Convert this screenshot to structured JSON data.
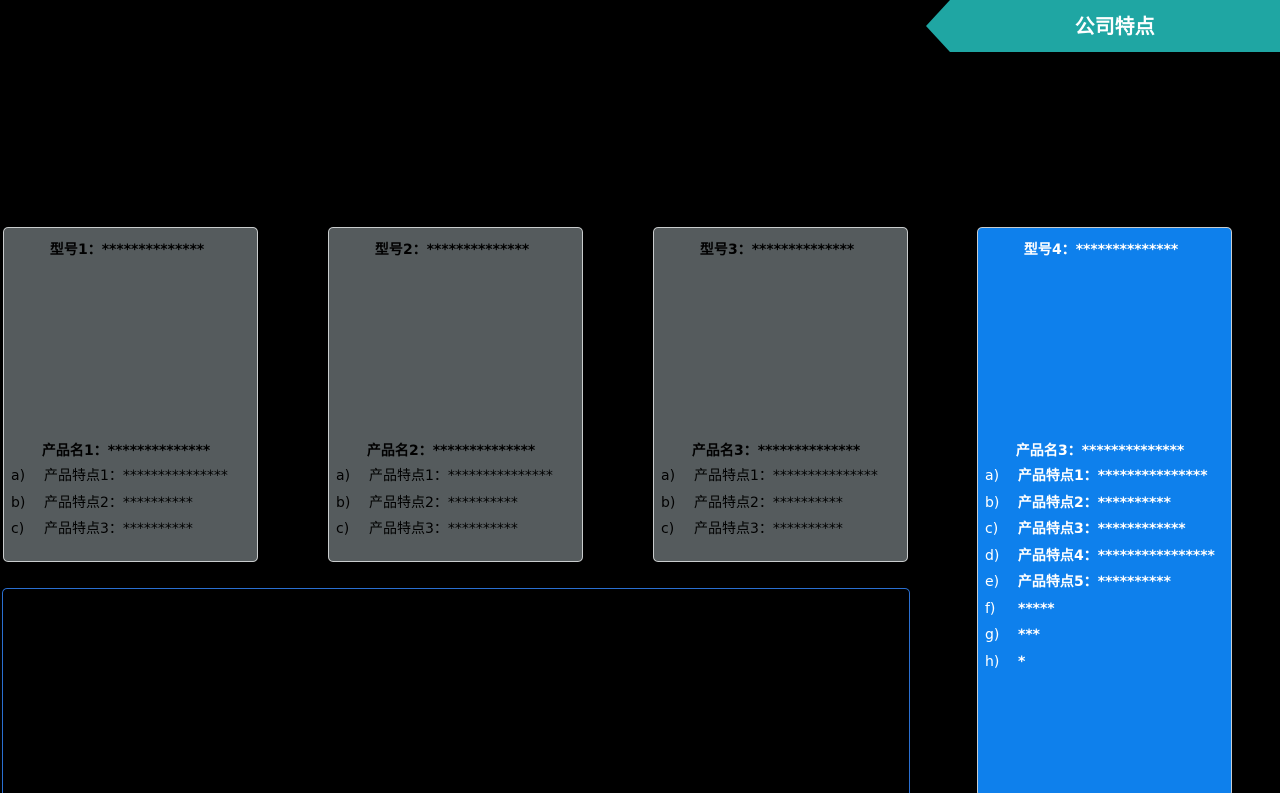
{
  "header": {
    "title": "公司特点",
    "accent_color": "#1fa6a3"
  },
  "cards": [
    {
      "model": "型号1：**************",
      "product_name": "产品名1：**************",
      "features": [
        {
          "marker": "a)",
          "text": "产品特点1：***************"
        },
        {
          "marker": "b)",
          "text": "产品特点2：**********"
        },
        {
          "marker": "c)",
          "text": "产品特点3：**********"
        }
      ]
    },
    {
      "model": "型号2：**************",
      "product_name": "产品名2：**************",
      "features": [
        {
          "marker": "a)",
          "text": "产品特点1：***************"
        },
        {
          "marker": "b)",
          "text": "产品特点2：**********"
        },
        {
          "marker": "c)",
          "text": "产品特点3：**********"
        }
      ]
    },
    {
      "model": "型号3：**************",
      "product_name": "产品名3：**************",
      "features": [
        {
          "marker": "a)",
          "text": "产品特点1：***************"
        },
        {
          "marker": "b)",
          "text": "产品特点2：**********"
        },
        {
          "marker": "c)",
          "text": "产品特点3：**********"
        }
      ]
    },
    {
      "model": "型号4：**************",
      "product_name": "产品名3：**************",
      "features": [
        {
          "marker": "a)",
          "text": "产品特点1：***************"
        },
        {
          "marker": "b)",
          "text": "产品特点2：**********"
        },
        {
          "marker": "c)",
          "text": "产品特点3：************"
        },
        {
          "marker": "d)",
          "text": "产品特点4：****************"
        },
        {
          "marker": "e)",
          "text": "产品特点5：**********"
        },
        {
          "marker": "f)",
          "text": "*****"
        },
        {
          "marker": "g)",
          "text": "***"
        },
        {
          "marker": "h)",
          "text": "*"
        }
      ]
    }
  ],
  "colors": {
    "card_bg": "#555b5d",
    "card_highlight_bg": "#0e80ec",
    "panel_border": "#2a6fd1"
  }
}
